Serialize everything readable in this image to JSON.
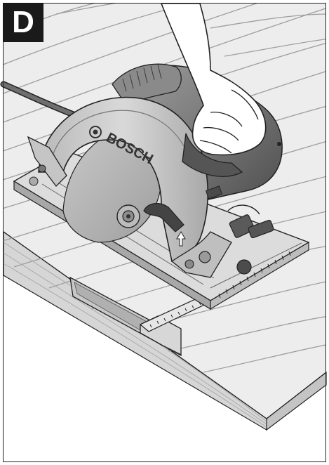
{
  "figure": {
    "label": "D",
    "brand": "BOSCH"
  },
  "colors": {
    "ink": "#222222",
    "wood_light": "#ededed",
    "wood_mid": "#d6d6d6",
    "wood_dark": "#a8a8a8",
    "metal": "#c8c8c8",
    "metal_dark": "#8c8c8c",
    "body_dark": "#6b6b6b",
    "label_bg": "#1a1a1a"
  },
  "icons": {
    "tool": "circular-saw-illustration",
    "hand": "hand-illustration",
    "direction": "arrow-up-icon"
  }
}
